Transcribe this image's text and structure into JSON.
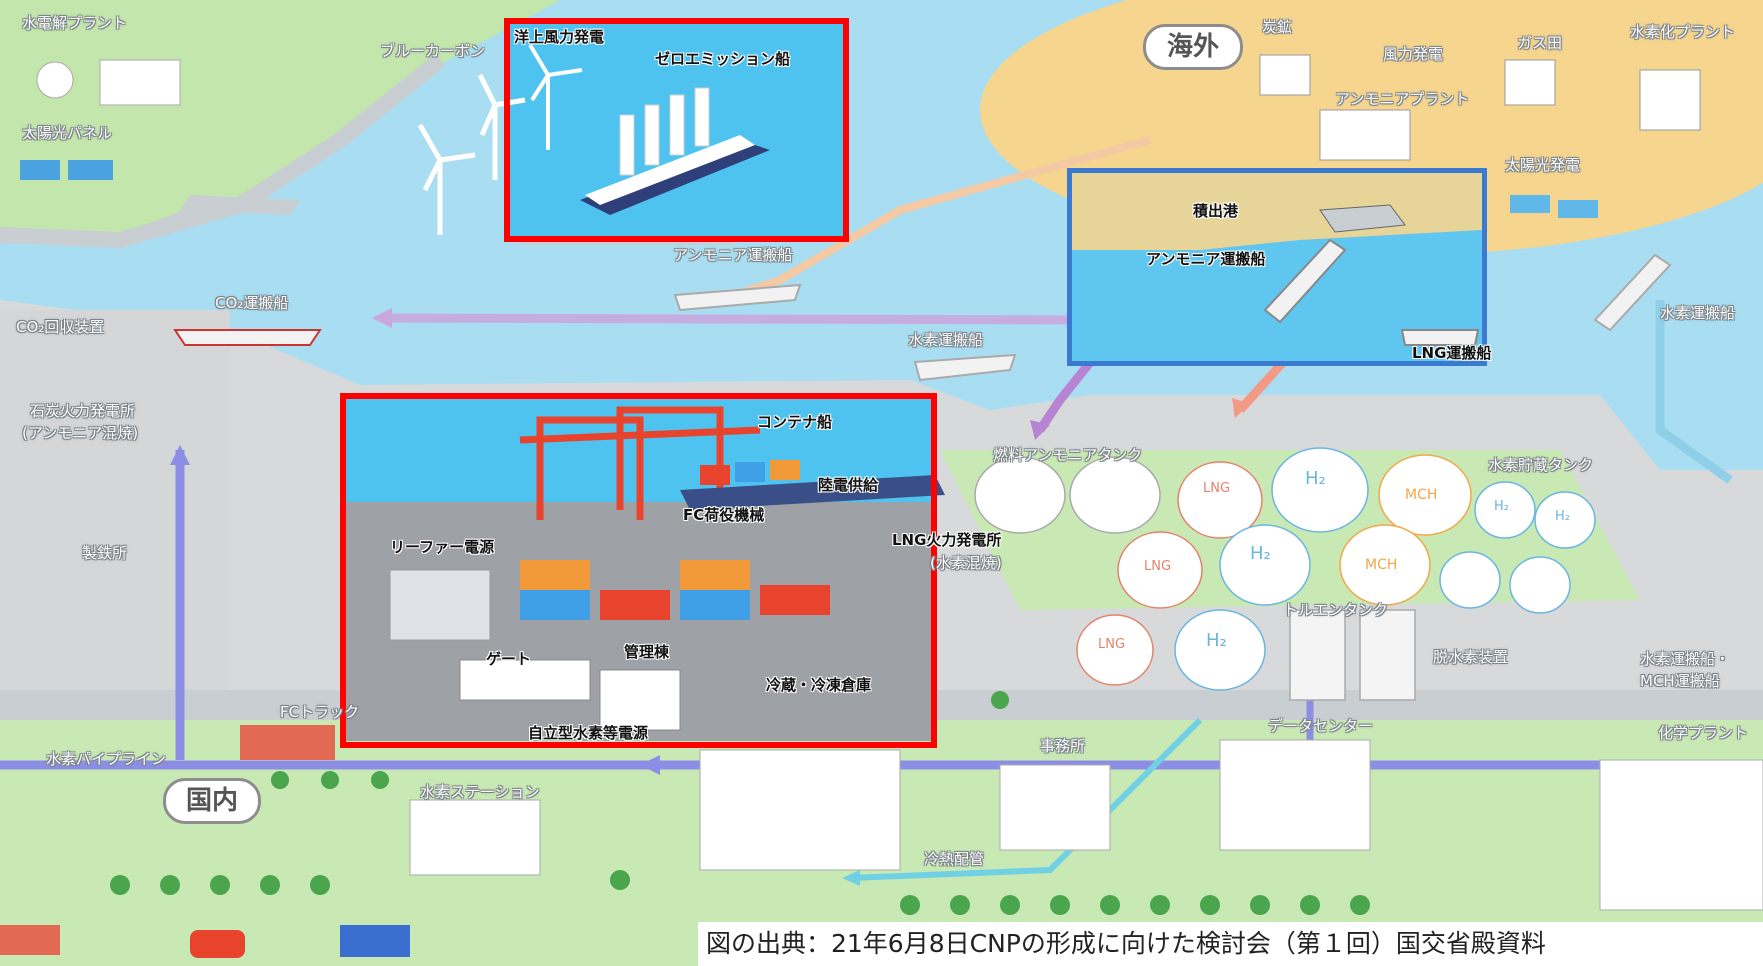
{
  "title": "",
  "regions": {
    "overseas": "海外",
    "domestic": "国内"
  },
  "labels": {
    "hydro_electrolysis_plant": "水電解プラント",
    "blue_carbon": "ブルーカーボン",
    "solar_panel": "太陽光パネル",
    "offshore_wind": "洋上風力発電",
    "zero_emission_ship": "ゼロエミッション船",
    "ammonia_carrier_sea": "アンモニア運搬船",
    "co2_carrier": "CO₂運搬船",
    "co2_capture": "CO₂回収装置",
    "hydrogen_carrier_mid": "水素運搬船",
    "coal_power": "石炭火力発電所",
    "coal_power_sub": "(アンモニア混焼)",
    "container_ship": "コンテナ船",
    "shore_power": "陸電供給",
    "fc_cargo": "FC荷役機械",
    "reefer_power": "リーファー電源",
    "lng_power": "LNG火力発電所",
    "lng_power_sub": "(水素混焼)",
    "gate": "ゲート",
    "admin_building": "管理棟",
    "cold_storage": "冷蔵・冷凍倉庫",
    "independent_hydrogen_power": "自立型水素等電源",
    "steelworks": "製鉄所",
    "fc_truck": "FCトラック",
    "hydrogen_pipeline": "水素パイプライン",
    "hydrogen_station": "水素ステーション",
    "office": "事務所",
    "data_center": "データセンター",
    "cold_heat_pipe": "冷熱配管",
    "fuel_ammonia_tank": "燃料アンモニアタンク",
    "hydrogen_storage_tank": "水素貯蔵タンク",
    "toluene_tank": "トルエンタンク",
    "dehydrogenation": "脱水素装置",
    "chemical_plant": "化学プラント",
    "hydrogen_carrier_mch": "水素運搬船・",
    "hydrogen_carrier_mch_2": "MCH運搬船",
    "hydrogen_carrier_right": "水素運搬船",
    "coal_mine": "炭鉱",
    "wind_power": "風力発電",
    "gas_field": "ガス田",
    "hydrogenation_plant": "水素化プラント",
    "ammonia_plant": "アンモニアプラント",
    "solar_power": "太陽光発電",
    "loading_port": "積出港",
    "ammonia_carrier_box": "アンモニア運搬船",
    "lng_carrier": "LNG運搬船"
  },
  "tank_labels": {
    "lng": "LNG",
    "h2": "H₂",
    "mch": "MCH"
  },
  "source_note": "図の出典：21年6月8日CNPの形成に向けた検討会（第１回）国交省殿資料",
  "colors": {
    "sea": "#a9def2",
    "highlight_red": "#ff0000",
    "highlight_blue": "#3a7ad0",
    "land_green": "#c9e9b4",
    "overseas_land": "#f6d58e",
    "arrow_ammonia": "#b784d4",
    "arrow_hydrogen": "#7c8be6",
    "arrow_lng": "#f29a86",
    "arrow_co2": "#c9a7dd"
  }
}
